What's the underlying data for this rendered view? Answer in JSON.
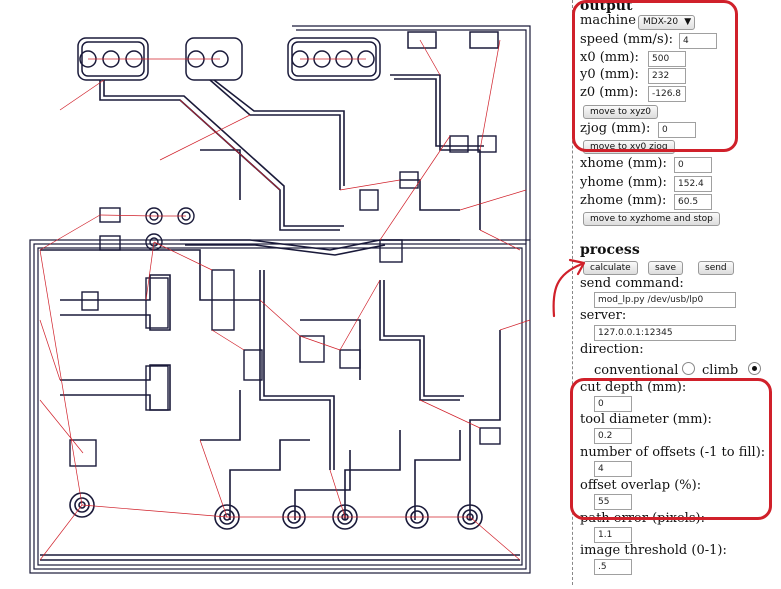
{
  "output": {
    "heading": "output",
    "machine_label": "machine",
    "machine_value": "MDX-20",
    "speed_label": "speed (mm/s):",
    "speed_value": "4",
    "x0_label": "x0 (mm):",
    "x0_value": "500",
    "y0_label": "y0 (mm):",
    "y0_value": "232",
    "z0_label": "z0 (mm):",
    "z0_value": "-126.8",
    "move_xyz0_button": "move to xyz0",
    "zjog_label": "zjog (mm):",
    "zjog_value": "0",
    "move_xy0_zjog_button": "move to xy0 zjog",
    "xhome_label": "xhome (mm):",
    "xhome_value": "0",
    "yhome_label": "yhome (mm):",
    "yhome_value": "152.4",
    "zhome_label": "zhome (mm):",
    "zhome_value": "60.5",
    "move_home_button": "move to xyzhome and stop"
  },
  "process": {
    "heading": "process",
    "calculate_button": "calculate",
    "save_button": "save",
    "send_button": "send",
    "send_command_label": "send command:",
    "send_command_value": "mod_lp.py /dev/usb/lp0",
    "server_label": "server:",
    "server_value": "127.0.0.1:12345",
    "direction_label": "direction:",
    "conventional_label": "conventional",
    "climb_label": "climb",
    "cut_depth_label": "cut depth (mm):",
    "cut_depth_value": "0",
    "tool_diameter_label": "tool diameter (mm):",
    "tool_diameter_value": "0.2",
    "offsets_label": "number of offsets (-1 to fill):",
    "offsets_value": "4",
    "overlap_label": "offset overlap (%):",
    "overlap_value": "55",
    "path_error_label": "path error (pixels):",
    "path_error_value": "1.1",
    "threshold_label": "image threshold (0-1):",
    "threshold_value": ".5"
  },
  "colors": {
    "trace": "#1a1a3a",
    "path": "#d0202a",
    "annotation": "#d0202a"
  }
}
